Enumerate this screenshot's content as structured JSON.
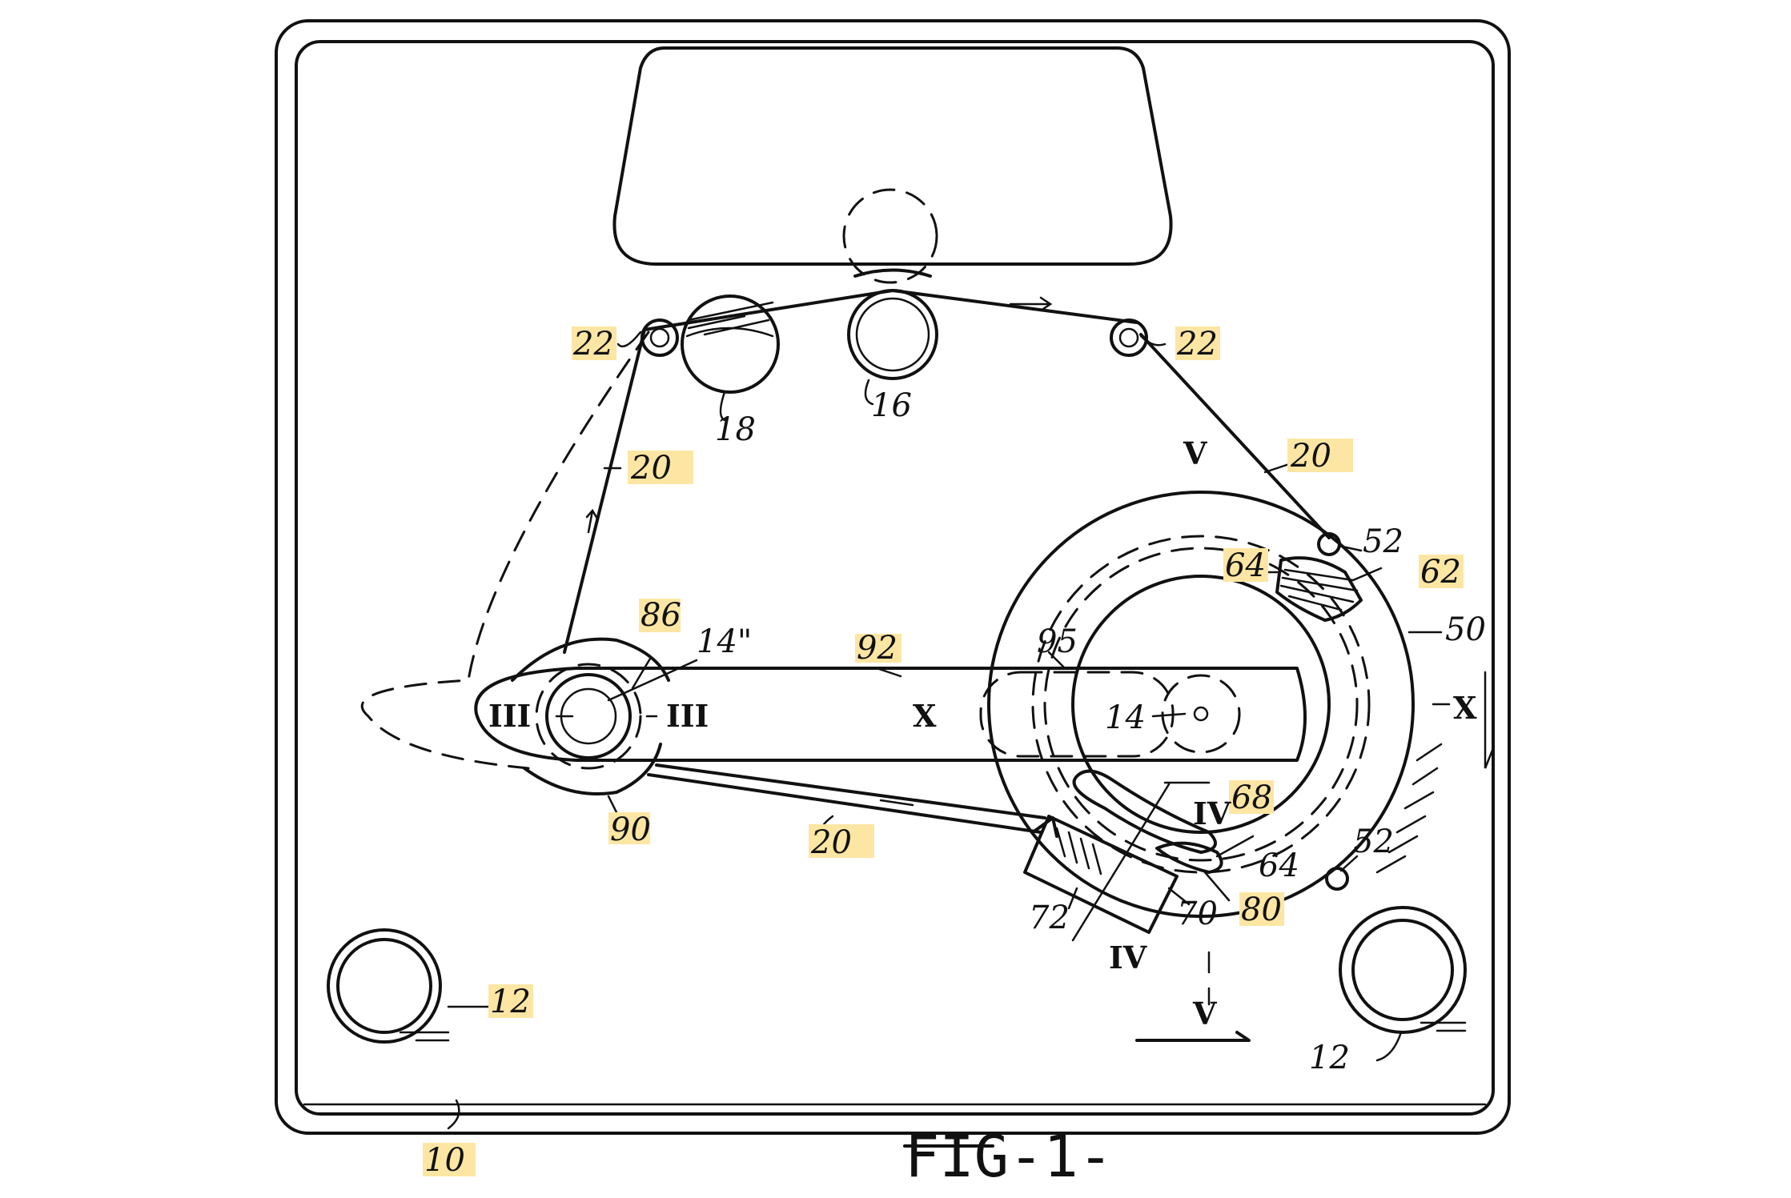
{
  "figure": {
    "caption": "FIG-1-",
    "highlight_color": "#fde6a3",
    "ink_color": "#111111"
  },
  "labels": {
    "l10": "10",
    "l12a": "12",
    "l12b": "12",
    "l14": "14",
    "l14p": "14\"",
    "l16": "16",
    "l18": "18",
    "l20a": "20",
    "l20b": "20",
    "l20c": "20",
    "l22a": "22",
    "l22b": "22",
    "l50": "50",
    "l52a": "52",
    "l52b": "52",
    "l62": "62",
    "l64a": "64",
    "l64b": "64",
    "l68": "68",
    "l70": "70",
    "l72": "72",
    "l80": "80",
    "l86": "86",
    "l90": "90",
    "l92": "92",
    "l95": "95"
  },
  "section_marks": {
    "iii_left": "III",
    "iii_right": "III",
    "x_left": "X",
    "x_right": "X",
    "v_top": "V",
    "v_bottom": "V",
    "iv_top": "IV",
    "iv_bottom": "IV"
  }
}
